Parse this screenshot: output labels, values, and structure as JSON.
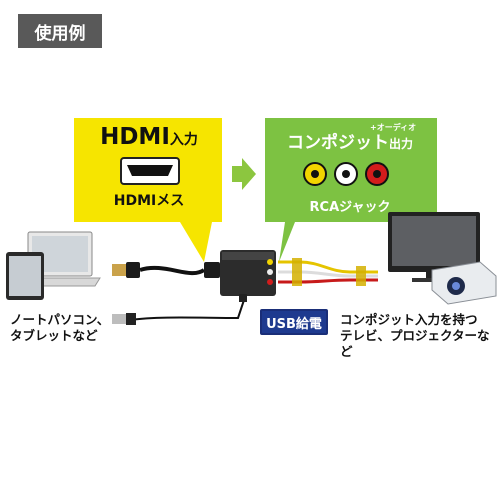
{
  "header": {
    "title": "使用例"
  },
  "hdmi_panel": {
    "title": "HDMI",
    "title_suffix": "入力",
    "subtitle": "HDMIメス"
  },
  "composite_panel": {
    "title": "コンポジット",
    "title_suffix": "出力",
    "super": "+オーディオ",
    "subtitle": "RCAジャック"
  },
  "usb": {
    "label": "USB給電"
  },
  "left_device": {
    "label_line1": "ノートパソコン、",
    "label_line2": "タブレットなど"
  },
  "right_device": {
    "label_line1": "コンポジット入力を持つ",
    "label_line2": "テレビ、プロジェクターなど"
  },
  "colors": {
    "yellow_panel": "#f6e500",
    "green_panel": "#7dc242",
    "arrow_green": "#8cc63f",
    "usb_blue": "#1e3a8f",
    "rca_yellow": "#f2d400",
    "rca_white": "#ffffff",
    "rca_red": "#d21c1c"
  },
  "icons": [
    "laptop-icon",
    "tablet-icon",
    "hdmi-port-icon",
    "converter-box-icon",
    "tv-icon",
    "projector-icon",
    "usb-plug-icon"
  ]
}
